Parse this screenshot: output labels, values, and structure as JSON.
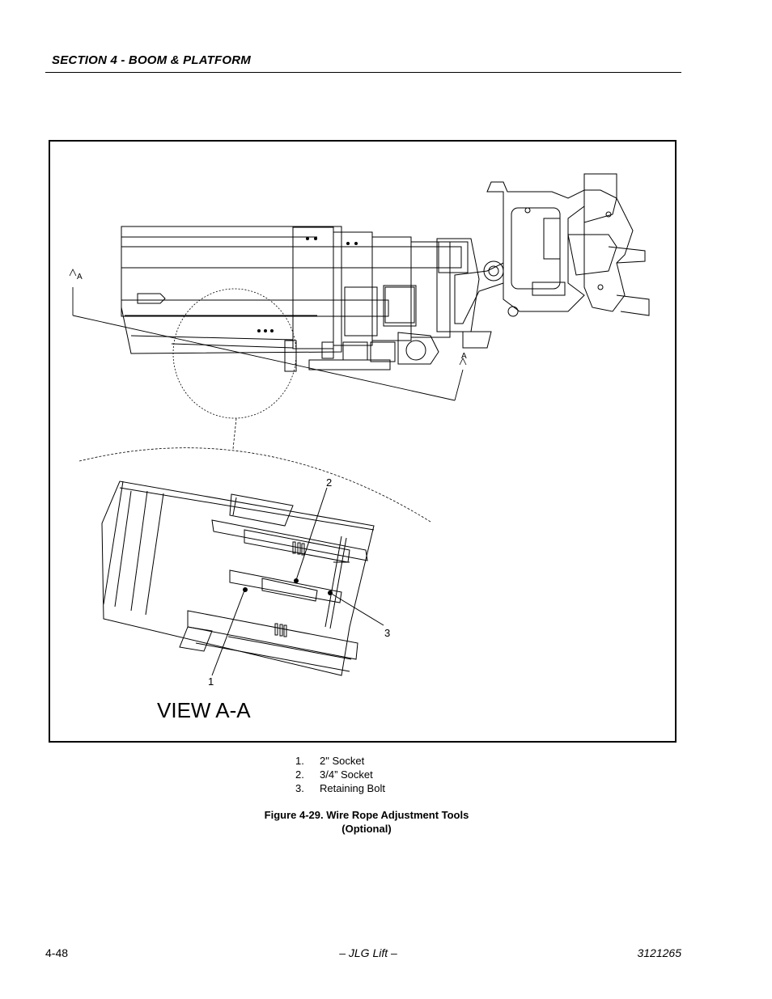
{
  "header": {
    "section_title": "SECTION 4 - BOOM & PLATFORM"
  },
  "figure": {
    "view_label": "VIEW A-A",
    "section_marker_top": "A",
    "section_marker_bottom": "A",
    "callouts": [
      "1",
      "2",
      "3"
    ],
    "legend": [
      {
        "num": "1.",
        "text": "2\" Socket"
      },
      {
        "num": "2.",
        "text": "3/4” Socket"
      },
      {
        "num": "3.",
        "text": "Retaining Bolt"
      }
    ],
    "caption_line1": "Figure 4-29.  Wire Rope Adjustment Tools",
    "caption_line2": "(Optional)"
  },
  "footer": {
    "page_number": "4-48",
    "center_text": "– JLG Lift –",
    "doc_number": "3121265"
  }
}
